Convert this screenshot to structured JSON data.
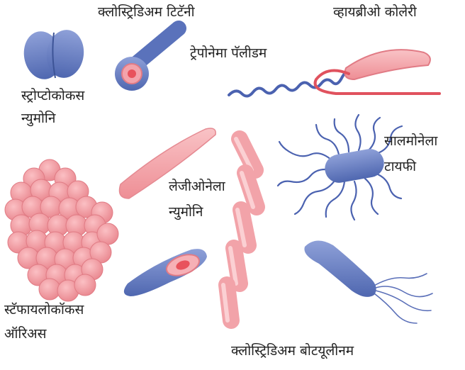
{
  "diagram": {
    "labels": {
      "clostridium_tetani": "क्लोस्ट्रिडिअम टिटॅनी",
      "vibrio_cholerae": "व्हायब्रीओ कोलेरी",
      "treponema_pallidum": "ट्रेपोनेमा पॅलीडम",
      "streptococcus_pneumoniae_1": "स्ट्रोप्टोकोकस",
      "streptococcus_pneumoniae_2": "न्युमोनि",
      "salmonella_typhi_1": "सालमोनेला",
      "salmonella_typhi_2": "टायफी",
      "legionella_pneumophila_1": "लेजीओनेला",
      "legionella_pneumophila_2": "न्युमोनि",
      "staphylococcus_aureus_1": "स्टॅफायलोकॉकस",
      "staphylococcus_aureus_2": "ऑरिअस",
      "clostridium_botulinum": "क्लोस्ट्रिडिअम बोटयूलीनम"
    },
    "colors": {
      "blue_fill": "#6f86c7",
      "blue_dark": "#4a63ad",
      "pink_fill": "#f4a8ad",
      "pink_dark": "#e07b84",
      "red_core": "#e8525c"
    }
  }
}
